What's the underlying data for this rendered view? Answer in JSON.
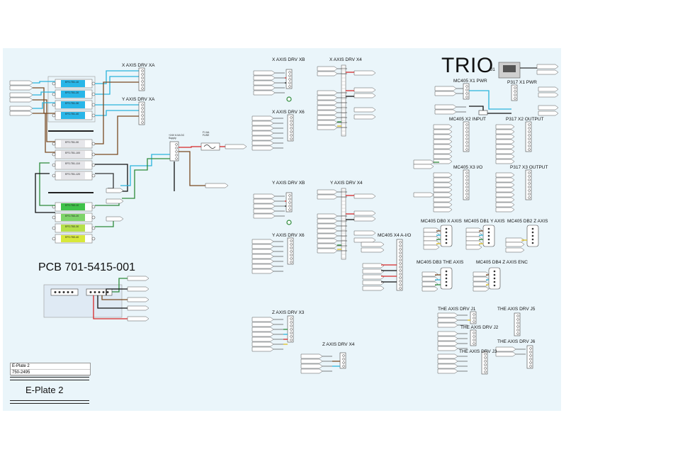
{
  "sheet": {
    "trio_title": "TRIO",
    "trio_port": "J1",
    "pcb_title": "PCB 701-5415-001",
    "plate_title": "E-Plate 2",
    "title_block": {
      "line1": "E-Plate 2",
      "line2": "750-2495"
    }
  },
  "sections": {
    "x_axis_drv_xa": "X AXIS DRV XA",
    "y_axis_drv_xa": "Y AXIS DRV XA",
    "x_axis_drv_xb": "X AXIS DRV XB",
    "x_axis_drv_x4": "X AXIS DRV X4",
    "x_axis_drv_x6": "X AXIS DRV X6",
    "y_axis_drv_xb": "Y AXIS DRV XB",
    "y_axis_drv_x4": "Y AXIS DRV X4",
    "y_axis_drv_x6": "Y AXIS DRV X6",
    "z_axis_drv_x3": "Z AXIS DRV X3",
    "z_axis_drv_x4": "Z AXIS DRV X4",
    "mc405_x1_pwr": "MC405 X1 PWR",
    "p317_x1_pwr": "P317 X1 PWR",
    "mc405_x2_input": "MC405 X2 INPUT",
    "p317_x2_output": "P317 X2 OUTPUT",
    "mc405_x3_io": "MC405 X3 I/O",
    "p317_x3_output": "P317 X3 OUTPUT",
    "mc405_x4_io": "MC405 X4 A-I/O",
    "mc405_db0": "MC405 DB0 X AXIS",
    "mc405_db1": "MC405 DB1 Y AXIS",
    "mc405_db2": "MC405 DB2 Z AXIS",
    "mc405_db3": "MC405 DB3 THE AXIS",
    "mc405_db4": "MC405 DB4 Z AXIS ENC",
    "the_axis_drv_j1": "THE AXIS DRV J1",
    "the_axis_drv_j2": "THE AXIS DRV J2",
    "the_axis_drv_j3": "THE AXIS DRV J3",
    "the_axis_drv_j5": "THE AXIS DRV J5",
    "the_axis_drv_j6": "THE AXIS DRV J6"
  },
  "power": {
    "supply_label": "+24V 6.0A DC Supply",
    "fuse_label": "F1 6A FUSE"
  },
  "terminal_blocks": [
    {
      "label": "EP2-TB1-10",
      "color": "#29b6e8"
    },
    {
      "label": "EP2-TB1-20",
      "color": "#29b6e8"
    },
    {
      "label": "EP2-TB1-30",
      "color": "#29b6e8"
    },
    {
      "label": "EP2-TB1-40",
      "color": "#29b6e8"
    },
    {
      "label": "EP2-TB1-90",
      "color": "#e6e6ea"
    },
    {
      "label": "EP2-TB1-100",
      "color": "#e6e6ea"
    },
    {
      "label": "EP2-TB1-110",
      "color": "#e6e6ea"
    },
    {
      "label": "EP2-TB1-120",
      "color": "#e6e6ea"
    },
    {
      "label": "EP2-TB3-10",
      "color": "#3fc24a"
    },
    {
      "label": "EP2-TB3-20",
      "color": "#7ed46a"
    },
    {
      "label": "EP2-TB3-30",
      "color": "#b6e04a"
    },
    {
      "label": "EP2-TB3-40",
      "color": "#d8e83a"
    }
  ],
  "colors": {
    "cyan": "#2ab4dc",
    "brown": "#7a4a22",
    "green": "#2d8a3a",
    "red": "#d62828",
    "black": "#111111",
    "yellow": "#e0c020"
  }
}
